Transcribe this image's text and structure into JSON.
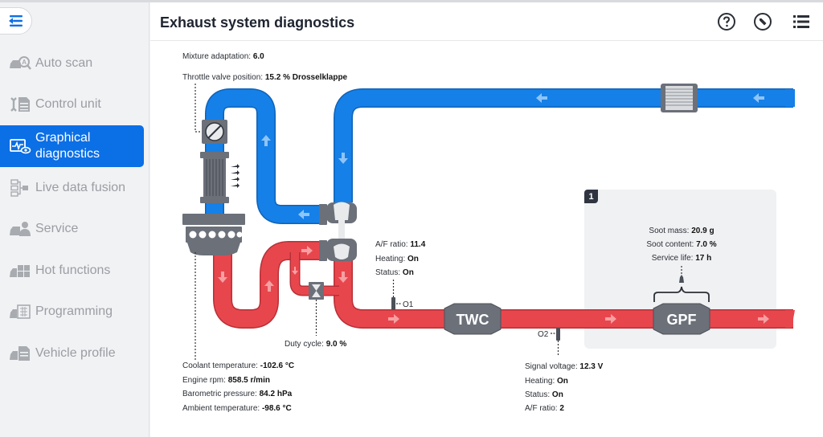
{
  "header": {
    "title": "Exhaust system diagnostics",
    "icons": [
      "help-icon",
      "wrench-icon",
      "menu-list-icon"
    ]
  },
  "sidebar": {
    "back_icon": "back-menu-icon",
    "items": [
      {
        "label": "Auto scan",
        "icon": "auto-scan-icon",
        "active": false
      },
      {
        "label": "Control unit",
        "icon": "control-unit-icon",
        "active": false
      },
      {
        "label": "Graphical diagnostics",
        "icon": "graphical-diagnostics-icon",
        "active": true
      },
      {
        "label": "Live data fusion",
        "icon": "live-data-fusion-icon",
        "active": false
      },
      {
        "label": "Service",
        "icon": "service-icon",
        "active": false
      },
      {
        "label": "Hot functions",
        "icon": "hot-functions-icon",
        "active": false
      },
      {
        "label": "Programming",
        "icon": "programming-icon",
        "active": false
      },
      {
        "label": "Vehicle profile",
        "icon": "vehicle-profile-icon",
        "active": false
      }
    ]
  },
  "diagram": {
    "colors": {
      "intake": "#1580e8",
      "exhaust": "#e8464d",
      "component": "#6b7079",
      "accent": "#0b6fe6"
    },
    "mixture": {
      "label": "Mixture adaptation:",
      "value": "6.0"
    },
    "throttle": {
      "label": "Throttle valve position:",
      "value": "15.2 % Drosselklappe"
    },
    "engine": [
      {
        "label": "Coolant temperature:",
        "value": "-102.6 °C"
      },
      {
        "label": "Engine rpm:",
        "value": "858.5 r/min"
      },
      {
        "label": "Barometric pressure:",
        "value": "84.2 hPa"
      },
      {
        "label": "Ambient temperature:",
        "value": "-98.6 °C"
      }
    ],
    "wastegate": {
      "label": "Duty cycle:",
      "value": "9.0 %"
    },
    "o1": {
      "name": "O1",
      "values": [
        {
          "label": "A/F ratio:",
          "value": "11.4"
        },
        {
          "label": "Heating:",
          "value": "On"
        },
        {
          "label": "Status:",
          "value": "On"
        }
      ]
    },
    "o2": {
      "name": "O2",
      "values": [
        {
          "label": "Signal voltage:",
          "value": "12.3 V"
        },
        {
          "label": "Heating:",
          "value": "On"
        },
        {
          "label": "Status:",
          "value": "On"
        },
        {
          "label": "A/F ratio:",
          "value": "2"
        }
      ]
    },
    "twc": "TWC",
    "gpf": {
      "name": "GPF",
      "badge": "1",
      "values": [
        {
          "label": "Soot mass:",
          "value": "20.9 g"
        },
        {
          "label": "Soot content:",
          "value": "7.0 %"
        },
        {
          "label": "Service life:",
          "value": "17 h"
        }
      ]
    }
  }
}
